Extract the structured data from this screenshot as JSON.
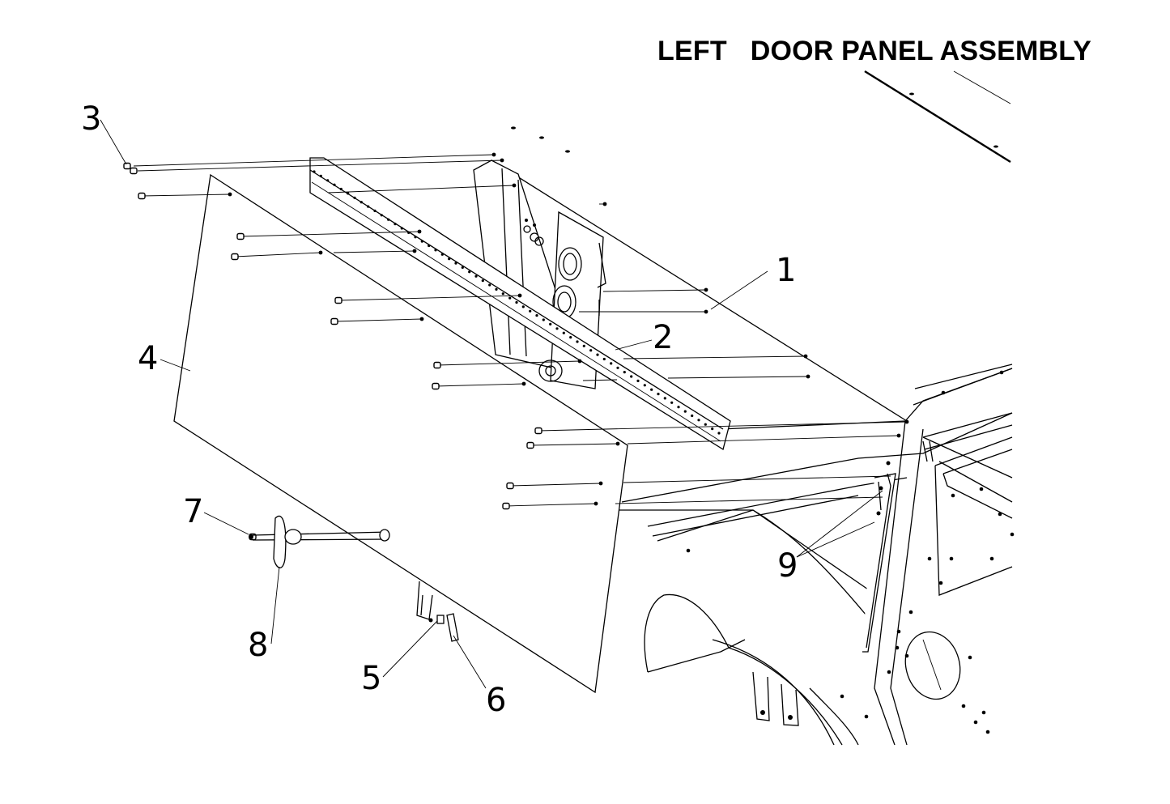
{
  "drawing": {
    "title": "LEFT   DOOR PANEL ASSEMBLY",
    "callouts": [
      {
        "id": "callout-1",
        "label": "1"
      },
      {
        "id": "callout-2",
        "label": "2"
      },
      {
        "id": "callout-3",
        "label": "3"
      },
      {
        "id": "callout-4",
        "label": "4"
      },
      {
        "id": "callout-5",
        "label": "5"
      },
      {
        "id": "callout-6",
        "label": "6"
      },
      {
        "id": "callout-7",
        "label": "7"
      },
      {
        "id": "callout-8",
        "label": "8"
      },
      {
        "id": "callout-9",
        "label": "9"
      }
    ]
  }
}
